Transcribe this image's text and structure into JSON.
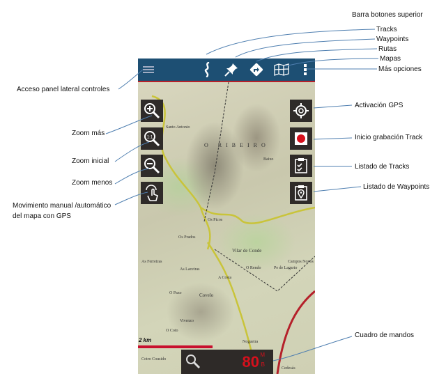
{
  "annotations": {
    "top_title": "Barra botones superior",
    "tracks": "Tracks",
    "waypoints": "Waypoints",
    "rutas": "Rutas",
    "mapas": "Mapas",
    "mas_opciones": "Más opciones",
    "panel_lateral": "Acceso panel lateral controles",
    "zoom_mas": "Zoom más",
    "zoom_inicial": "Zoom inicial",
    "zoom_menos": "Zoom menos",
    "movimiento_1": "Movimiento manual /automático",
    "movimiento_2": "del mapa con GPS",
    "gps": "Activación GPS",
    "grabacion": "Inicio grabación Track",
    "listado_tracks": "Listado de Tracks",
    "listado_waypoints": "Listado de Waypoints",
    "cuadro_mandos": "Cuadro de mandos"
  },
  "app": {
    "topbar_color": "#1d4f73",
    "accent_red": "#c8102e",
    "topbar_icons": [
      "menu-icon",
      "tracks-icon",
      "waypoint-pin-icon",
      "route-icon",
      "map-icon",
      "more-options-icon"
    ],
    "zoom_initial_label": "1:1",
    "scale_label": "2 km",
    "dashboard": {
      "value": "80",
      "unit_top": "M",
      "unit_bottom": "B"
    },
    "map_labels": [
      "O RIBEIRO",
      "Covelo",
      "Vilar de Conde",
      "As Laceiras",
      "Os Prados",
      "Vivenzo",
      "As Ferreiras",
      "Os Picos",
      "A Costa",
      "Cedesás",
      "Nogueira",
      "Santo Antonio",
      "O Pazo",
      "Campos Novos",
      "O Rendo",
      "Pe de Lagarto",
      "Baixo",
      "Cotro Cousido",
      "O Coto"
    ]
  }
}
